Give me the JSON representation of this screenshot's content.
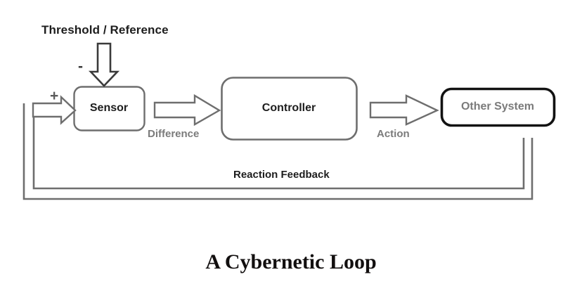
{
  "diagram": {
    "title": "A Cybernetic Loop",
    "nodes": [
      {
        "id": "sensor",
        "label": "Sensor",
        "style": "rounded-gray-box"
      },
      {
        "id": "controller",
        "label": "Controller",
        "style": "rounded-gray-box"
      },
      {
        "id": "other_system",
        "label": "Other System",
        "style": "rounded-black-box"
      }
    ],
    "inputs": [
      {
        "id": "threshold",
        "label": "Threshold / Reference",
        "target": "sensor",
        "sign": "-"
      }
    ],
    "signs": {
      "plus": "+",
      "minus": "-"
    },
    "edges": [
      {
        "id": "difference",
        "label": "Difference",
        "from": "sensor",
        "to": "controller",
        "type": "block-arrow"
      },
      {
        "id": "action",
        "label": "Action",
        "from": "controller",
        "to": "other_system",
        "type": "block-arrow"
      },
      {
        "id": "reaction_feedback",
        "label": "Reaction Feedback",
        "from": "other_system",
        "to": "sensor",
        "type": "feedback-loop"
      }
    ],
    "colors": {
      "line_gray": "#6e6e6e",
      "line_black": "#121212",
      "text_dark": "#1d1d1d",
      "text_gray": "#7b7b7b",
      "background": "#ffffff"
    }
  }
}
